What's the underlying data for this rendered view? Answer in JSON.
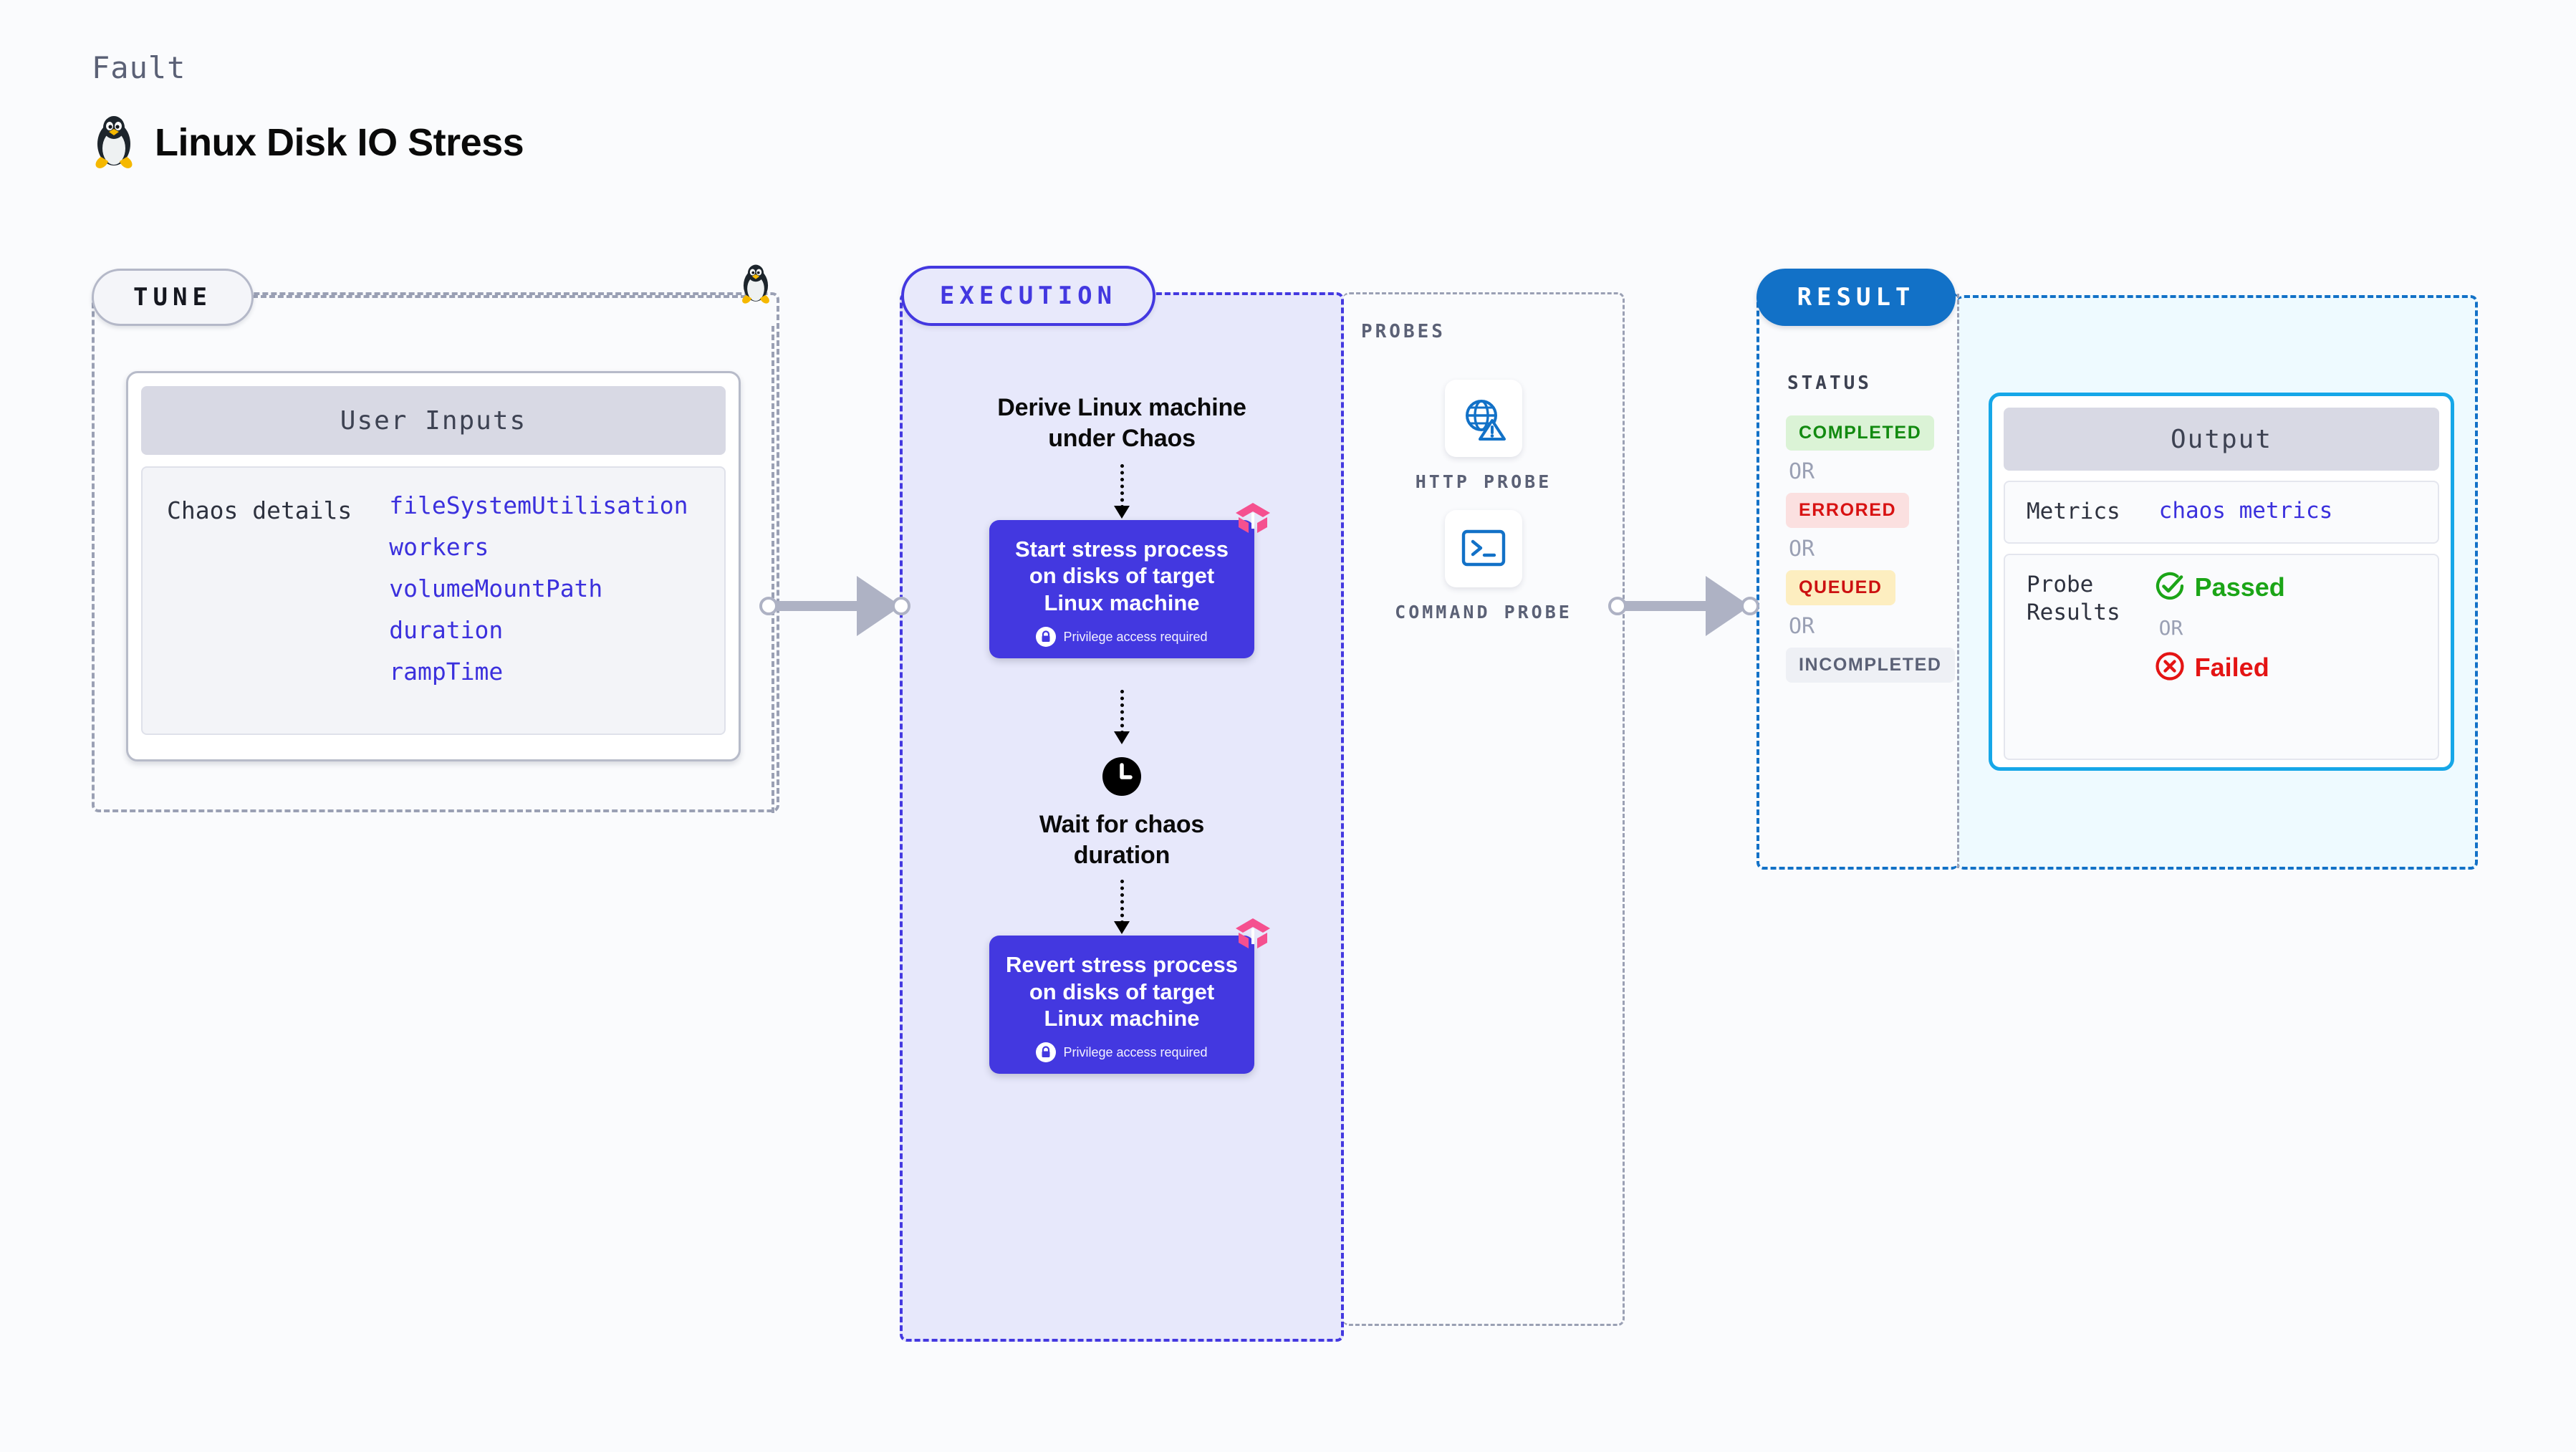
{
  "header": {
    "kicker": "Fault",
    "title": "Linux Disk IO Stress",
    "icon": "linux-tux-icon"
  },
  "tune": {
    "pill_label": "TUNE",
    "card_title": "User Inputs",
    "details_label": "Chaos details",
    "params": [
      "fileSystemUtilisation",
      "workers",
      "volumeMountPath",
      "duration",
      "rampTime"
    ]
  },
  "execution": {
    "pill_label": "EXECUTION",
    "step_derive": "Derive Linux machine\nunder Chaos",
    "step_start": "Start stress process on disks of target Linux machine",
    "step_start_note": "Privilege access required",
    "step_wait": "Wait for chaos\nduration",
    "step_revert": "Revert stress process on disks of target Linux machine",
    "step_revert_note": "Privilege access required"
  },
  "probes": {
    "section_label": "PROBES",
    "items": [
      {
        "name": "HTTP PROBE",
        "icon": "globe-warning-icon"
      },
      {
        "name": "COMMAND PROBE",
        "icon": "terminal-prompt-icon"
      }
    ]
  },
  "result": {
    "pill_label": "RESULT",
    "status_label": "STATUS",
    "or_label": "OR",
    "statuses": [
      {
        "label": "COMPLETED",
        "bg": "#dbf3d6",
        "fg": "#128a10"
      },
      {
        "label": "ERRORED",
        "bg": "#fbe0e0",
        "fg": "#d81212"
      },
      {
        "label": "QUEUED",
        "bg": "#fdeec0",
        "fg": "#cc1111"
      },
      {
        "label": "INCOMPLETED",
        "bg": "#eef0f5",
        "fg": "#5b6176"
      }
    ]
  },
  "output": {
    "card_title": "Output",
    "metrics_key": "Metrics",
    "metrics_value": "chaos metrics",
    "probe_results_key": "Probe\nResults",
    "passed_label": "Passed",
    "failed_label": "Failed",
    "or_label": "OR"
  },
  "colors": {
    "page_bg": "#fafbfd",
    "indigo": "#4338e0",
    "blue": "#1271c7",
    "cyan": "#16a7e8",
    "pink": "#f5508f",
    "grey": "#9aa0b4"
  }
}
